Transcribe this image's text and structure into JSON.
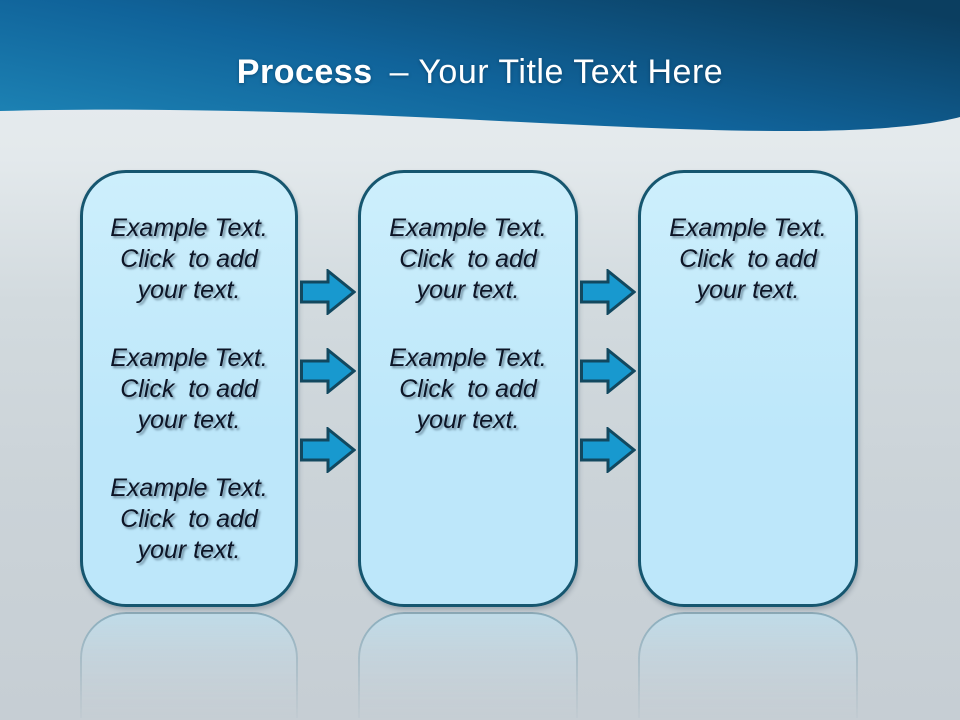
{
  "title": {
    "keyword": "Process",
    "subtitle": "– Your Title Text Here"
  },
  "boxes": [
    {
      "label": "step-1",
      "paragraphs": [
        {
          "lines": [
            "Example Text.",
            "Click  to add",
            "your text."
          ]
        },
        {
          "lines": [
            "Example Text.",
            "Click  to add",
            "your text."
          ]
        },
        {
          "lines": [
            "Example Text.",
            "Click  to add",
            "your text."
          ]
        }
      ]
    },
    {
      "label": "step-2",
      "paragraphs": [
        {
          "lines": [
            "Example Text.",
            "Click  to add",
            "your text."
          ]
        },
        {
          "lines": [
            "Example Text.",
            "Click  to add",
            "your text."
          ]
        }
      ]
    },
    {
      "label": "step-3",
      "paragraphs": [
        {
          "lines": [
            "Example Text.",
            "Click  to add",
            "your text."
          ]
        }
      ]
    }
  ],
  "arrows": {
    "direction": "right",
    "columns": 2,
    "per_column": 3
  },
  "colors": {
    "header_grad_a": "#1c81b3",
    "header_grad_b": "#0b3e60",
    "header_grad_mid": "#10639a",
    "box_fill": "#bde7fa",
    "box_fill_top": "#cdeffc",
    "box_border": "#16566f",
    "arrow_fill": "#1899cf",
    "arrow_border": "#12485f",
    "title_color": "#ffffff",
    "text_color": "#0d1526",
    "bg_top": "#e9eef1",
    "bg_bottom": "#c6ced4"
  }
}
